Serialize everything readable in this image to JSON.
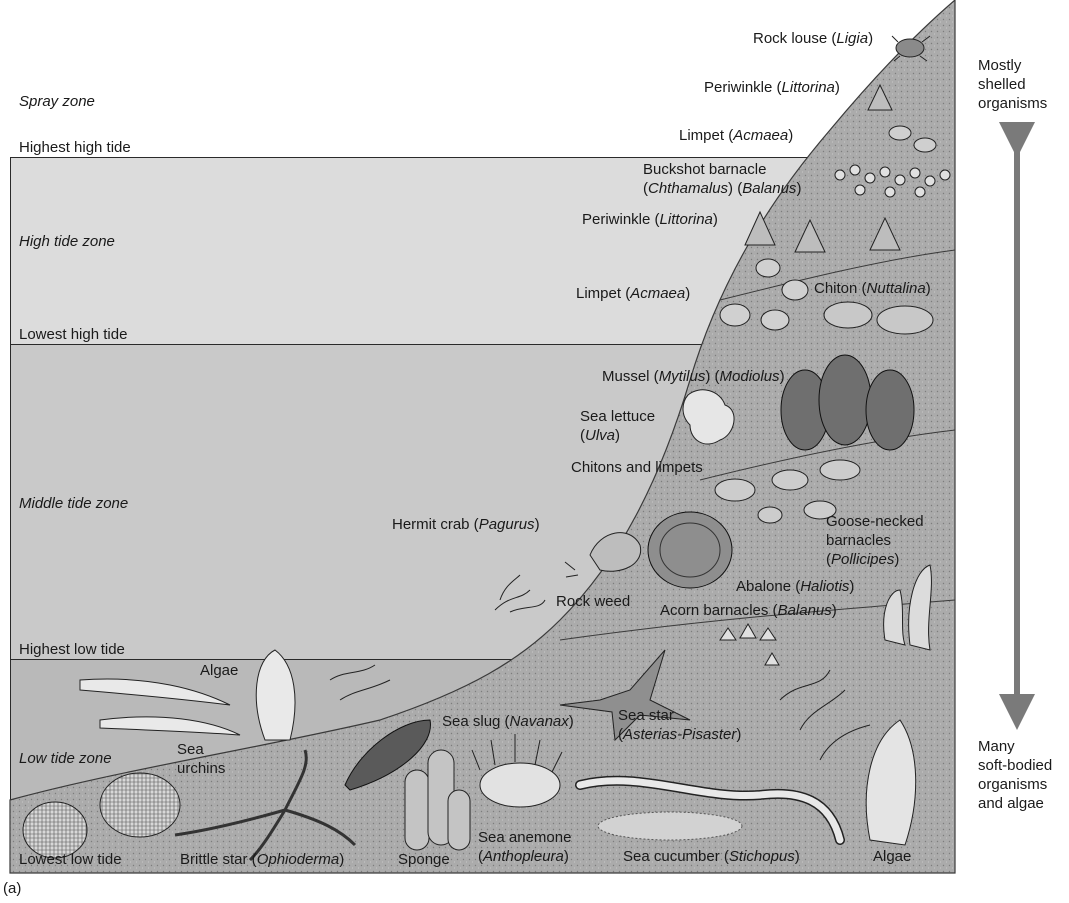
{
  "zones": {
    "spray": "Spray zone",
    "highest_high": "Highest high tide",
    "high": "High tide zone",
    "lowest_high": "Lowest high tide",
    "middle": "Middle tide zone",
    "highest_low": "Highest low tide",
    "low": "Low tide zone",
    "lowest_low": "Lowest low tide"
  },
  "organisms": {
    "rock_louse": [
      "Rock louse (",
      "Ligia",
      ")"
    ],
    "periwinkle_top": [
      "Periwinkle (",
      "Littorina",
      ")"
    ],
    "limpet_top": [
      "Limpet (",
      "Acmaea",
      ")"
    ],
    "buckshot_line1": "Buckshot barnacle",
    "buckshot_line2": [
      "(",
      "Chthamalus",
      ") (",
      "Balanus",
      ")"
    ],
    "periwinkle_mid": [
      "Periwinkle (",
      "Littorina",
      ")"
    ],
    "limpet_mid": [
      "Limpet (",
      "Acmaea",
      ")"
    ],
    "chiton": [
      "Chiton (",
      "Nuttalina",
      ")"
    ],
    "mussel": [
      "Mussel (",
      "Mytilus",
      ") (",
      "Modiolus",
      ")"
    ],
    "sea_lettuce_line1": "Sea lettuce",
    "sea_lettuce_line2": [
      "(",
      "Ulva",
      ")"
    ],
    "chitons_limpets": "Chitons and limpets",
    "hermit_crab": [
      "Hermit crab (",
      "Pagurus",
      ")"
    ],
    "goose_line1": "Goose-necked",
    "goose_line2": "barnacles",
    "goose_line3": [
      "(",
      "Pollicipes",
      ")"
    ],
    "abalone": [
      "Abalone (",
      "Haliotis",
      ")"
    ],
    "rock_weed": "Rock weed",
    "acorn": [
      "Acorn  barnacles (",
      "Balanus",
      ")"
    ],
    "algae_top": "Algae",
    "sea_slug": [
      "Sea slug (",
      "Navanax",
      ")"
    ],
    "sea_star_line1": "Sea star",
    "sea_star_line2": [
      "(",
      "Asterias-Pisaster",
      ")"
    ],
    "sea_urchins_line1": "Sea",
    "sea_urchins_line2": "urchins",
    "brittle_star": [
      "Brittle star (",
      "Ophioderma",
      ")"
    ],
    "sponge": "Sponge",
    "sea_anemone_line1": "Sea anemone",
    "sea_anemone_line2": [
      "(",
      "Anthopleura",
      ")"
    ],
    "sea_cucumber": [
      "Sea cucumber (",
      "Stichopus",
      ")"
    ],
    "algae_bottom": "Algae"
  },
  "gradient_top": [
    "Mostly",
    "shelled",
    "organisms"
  ],
  "gradient_bottom": [
    "Many",
    "soft-bodied",
    "organisms",
    "and algae"
  ],
  "panel_label": "(a)",
  "colors": {
    "high_band": "#dcdcdc",
    "middle_band": "#c9c9c9",
    "low_band": "#b9b9b9",
    "rock": "#a9a9a9",
    "arrow": "#7a7a7a"
  }
}
